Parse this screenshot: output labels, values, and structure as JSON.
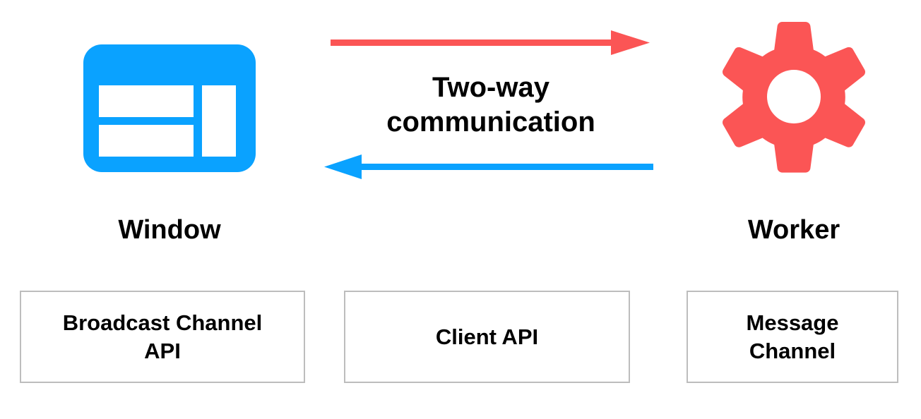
{
  "diagram": {
    "title": "Two-way communication between Window and Worker",
    "background": "#ffffff",
    "colors": {
      "window_blue": "#0aa2ff",
      "worker_red": "#fb5555",
      "box_border": "#bdbdbd",
      "text": "#000000"
    },
    "nodes": [
      {
        "id": "window",
        "icon": "browser-window-icon",
        "icon_color": "#0aa2ff",
        "label": "Window"
      },
      {
        "id": "worker",
        "icon": "gear-icon",
        "icon_color": "#fb5555",
        "label": "Worker"
      }
    ],
    "center_label": {
      "line1": "Two-way",
      "line2": "communication"
    },
    "arrows": [
      {
        "id": "window-to-worker",
        "direction": "right",
        "color": "#fb5555",
        "from": "window",
        "to": "worker"
      },
      {
        "id": "worker-to-window",
        "direction": "left",
        "color": "#0aa2ff",
        "from": "worker",
        "to": "window"
      }
    ],
    "api_boxes": [
      {
        "id": "broadcast-channel-api",
        "label": "Broadcast Channel\nAPI"
      },
      {
        "id": "client-api",
        "label": "Client API"
      },
      {
        "id": "message-channel",
        "label": "Message\nChannel"
      }
    ]
  }
}
